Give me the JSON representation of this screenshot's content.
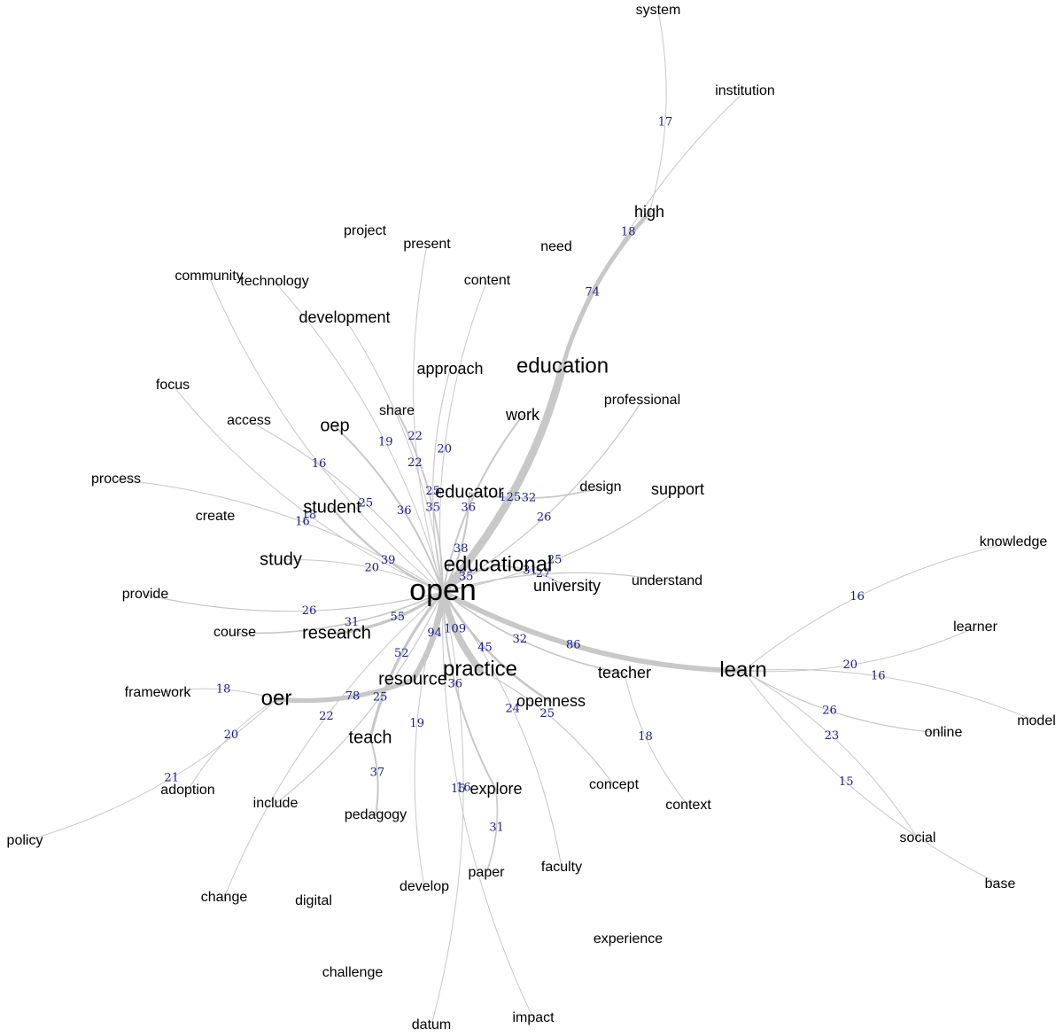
{
  "colors": {
    "edge": "#c8c8c8",
    "word": "#000000",
    "weight": "#1a1a8c",
    "background": "#ffffff"
  },
  "nodes": [
    {
      "id": "open",
      "label": "open",
      "tier": 5
    },
    {
      "id": "education",
      "label": "education",
      "tier": 4
    },
    {
      "id": "learn",
      "label": "learn",
      "tier": 4
    },
    {
      "id": "practice",
      "label": "practice",
      "tier": 4
    },
    {
      "id": "educational",
      "label": "educational",
      "tier": 4
    },
    {
      "id": "oer",
      "label": "oer",
      "tier": 4
    },
    {
      "id": "educator",
      "label": "educator",
      "tier": 3
    },
    {
      "id": "student",
      "label": "student",
      "tier": 3
    },
    {
      "id": "research",
      "label": "research",
      "tier": 3
    },
    {
      "id": "resource",
      "label": "resource",
      "tier": 3
    },
    {
      "id": "teach",
      "label": "teach",
      "tier": 3
    },
    {
      "id": "study",
      "label": "study",
      "tier": 3
    },
    {
      "id": "oep",
      "label": "oep",
      "tier": 3
    },
    {
      "id": "university",
      "label": "university",
      "tier": 2
    },
    {
      "id": "openness",
      "label": "openness",
      "tier": 2
    },
    {
      "id": "teacher",
      "label": "teacher",
      "tier": 2
    },
    {
      "id": "support",
      "label": "support",
      "tier": 2
    },
    {
      "id": "work",
      "label": "work",
      "tier": 2
    },
    {
      "id": "approach",
      "label": "approach",
      "tier": 2
    },
    {
      "id": "development",
      "label": "development",
      "tier": 2
    },
    {
      "id": "high",
      "label": "high",
      "tier": 2
    },
    {
      "id": "explore",
      "label": "explore",
      "tier": 2
    },
    {
      "id": "understand",
      "label": "understand",
      "tier": 1
    },
    {
      "id": "design",
      "label": "design",
      "tier": 1
    },
    {
      "id": "professional",
      "label": "professional",
      "tier": 1
    },
    {
      "id": "share",
      "label": "share",
      "tier": 1
    },
    {
      "id": "content",
      "label": "content",
      "tier": 1
    },
    {
      "id": "need",
      "label": "need",
      "tier": 1
    },
    {
      "id": "present",
      "label": "present",
      "tier": 1
    },
    {
      "id": "project",
      "label": "project",
      "tier": 1
    },
    {
      "id": "community",
      "label": "community",
      "tier": 1
    },
    {
      "id": "technology",
      "label": "technology",
      "tier": 1
    },
    {
      "id": "focus",
      "label": "focus",
      "tier": 1
    },
    {
      "id": "access",
      "label": "access",
      "tier": 1
    },
    {
      "id": "process",
      "label": "process",
      "tier": 1
    },
    {
      "id": "create",
      "label": "create",
      "tier": 1
    },
    {
      "id": "provide",
      "label": "provide",
      "tier": 1
    },
    {
      "id": "course",
      "label": "course",
      "tier": 1
    },
    {
      "id": "framework",
      "label": "framework",
      "tier": 1
    },
    {
      "id": "policy",
      "label": "policy",
      "tier": 1
    },
    {
      "id": "adoption",
      "label": "adoption",
      "tier": 1
    },
    {
      "id": "include",
      "label": "include",
      "tier": 1
    },
    {
      "id": "pedagogy",
      "label": "pedagogy",
      "tier": 1
    },
    {
      "id": "change",
      "label": "change",
      "tier": 1
    },
    {
      "id": "digital",
      "label": "digital",
      "tier": 1
    },
    {
      "id": "develop",
      "label": "develop",
      "tier": 1
    },
    {
      "id": "challenge",
      "label": "challenge",
      "tier": 1
    },
    {
      "id": "datum",
      "label": "datum",
      "tier": 1
    },
    {
      "id": "paper",
      "label": "paper",
      "tier": 1
    },
    {
      "id": "faculty",
      "label": "faculty",
      "tier": 1
    },
    {
      "id": "impact",
      "label": "impact",
      "tier": 1
    },
    {
      "id": "experience",
      "label": "experience",
      "tier": 1
    },
    {
      "id": "concept",
      "label": "concept",
      "tier": 1
    },
    {
      "id": "context",
      "label": "context",
      "tier": 1
    },
    {
      "id": "system",
      "label": "system",
      "tier": 1
    },
    {
      "id": "institution",
      "label": "institution",
      "tier": 1
    },
    {
      "id": "knowledge",
      "label": "knowledge",
      "tier": 1
    },
    {
      "id": "learner",
      "label": "learner",
      "tier": 1
    },
    {
      "id": "model",
      "label": "model",
      "tier": 1
    },
    {
      "id": "online",
      "label": "online",
      "tier": 1
    },
    {
      "id": "social",
      "label": "social",
      "tier": 1
    },
    {
      "id": "base",
      "label": "base",
      "tier": 1
    }
  ],
  "edges": [
    {
      "from": "open",
      "to": "education",
      "weight": "125"
    },
    {
      "from": "education",
      "to": "high",
      "weight": "74"
    },
    {
      "from": "high",
      "to": "system",
      "weight": "17"
    },
    {
      "from": "education",
      "to": "institution",
      "weight": "18"
    },
    {
      "from": "open",
      "to": "practice",
      "weight": "109"
    },
    {
      "from": "open",
      "to": "resource",
      "weight": "94"
    },
    {
      "from": "open",
      "to": "learn",
      "weight": "86"
    },
    {
      "from": "resource",
      "to": "oer",
      "weight": "78"
    },
    {
      "from": "open",
      "to": "teach",
      "weight": "52"
    },
    {
      "from": "open",
      "to": "research",
      "weight": "55"
    },
    {
      "from": "open",
      "to": "educator",
      "weight": "38"
    },
    {
      "from": "open",
      "to": "educational",
      "weight": "35"
    },
    {
      "from": "educator",
      "to": "design",
      "weight": "32"
    },
    {
      "from": "educational",
      "to": "university",
      "weight": "31"
    },
    {
      "from": "open",
      "to": "oep",
      "weight": "36"
    },
    {
      "from": "open",
      "to": "student",
      "weight": "39"
    },
    {
      "from": "open",
      "to": "study",
      "weight": "20"
    },
    {
      "from": "open",
      "to": "course",
      "weight": "31"
    },
    {
      "from": "open",
      "to": "explore",
      "weight": "36"
    },
    {
      "from": "explore",
      "to": "paper",
      "weight": "31"
    },
    {
      "from": "open",
      "to": "openness",
      "weight": "45"
    },
    {
      "from": "open",
      "to": "faculty",
      "weight": "24"
    },
    {
      "from": "open",
      "to": "teacher",
      "weight": "32"
    },
    {
      "from": "open",
      "to": "understand",
      "weight": "27"
    },
    {
      "from": "open",
      "to": "professional",
      "weight": "26"
    },
    {
      "from": "open",
      "to": "content",
      "weight": "20"
    },
    {
      "from": "open",
      "to": "development",
      "weight": "22"
    },
    {
      "from": "open",
      "to": "present",
      "weight": "22"
    },
    {
      "from": "open",
      "to": "share",
      "weight": "35"
    },
    {
      "from": "open",
      "to": "community",
      "weight": "16"
    },
    {
      "from": "open",
      "to": "technology",
      "weight": "19"
    },
    {
      "from": "open",
      "to": "focus",
      "weight": "18"
    },
    {
      "from": "open",
      "to": "access",
      "weight": "25"
    },
    {
      "from": "open",
      "to": "provide",
      "weight": "26"
    },
    {
      "from": "open",
      "to": "process",
      "weight": "16"
    },
    {
      "from": "teach",
      "to": "pedagogy",
      "weight": "37"
    },
    {
      "from": "open",
      "to": "develop",
      "weight": "19"
    },
    {
      "from": "open",
      "to": "work",
      "weight": "36"
    },
    {
      "from": "open",
      "to": "support",
      "weight": "25"
    },
    {
      "from": "open",
      "to": "approach",
      "weight": "25"
    },
    {
      "from": "oer",
      "to": "framework",
      "weight": "18"
    },
    {
      "from": "oer",
      "to": "policy",
      "weight": "21"
    },
    {
      "from": "oer",
      "to": "adoption",
      "weight": "20"
    },
    {
      "from": "open",
      "to": "include",
      "weight": "25"
    },
    {
      "from": "open",
      "to": "change",
      "weight": "22"
    },
    {
      "from": "open",
      "to": "datum",
      "weight": "16"
    },
    {
      "from": "open",
      "to": "impact",
      "weight": "15"
    },
    {
      "from": "practice",
      "to": "concept",
      "weight": "25"
    },
    {
      "from": "teacher",
      "to": "context",
      "weight": "18"
    },
    {
      "from": "learn",
      "to": "knowledge",
      "weight": "16"
    },
    {
      "from": "learn",
      "to": "learner",
      "weight": "20"
    },
    {
      "from": "learn",
      "to": "model",
      "weight": "16"
    },
    {
      "from": "learn",
      "to": "online",
      "weight": "26"
    },
    {
      "from": "learn",
      "to": "social",
      "weight": "23"
    },
    {
      "from": "learn",
      "to": "base",
      "weight": "15"
    }
  ]
}
